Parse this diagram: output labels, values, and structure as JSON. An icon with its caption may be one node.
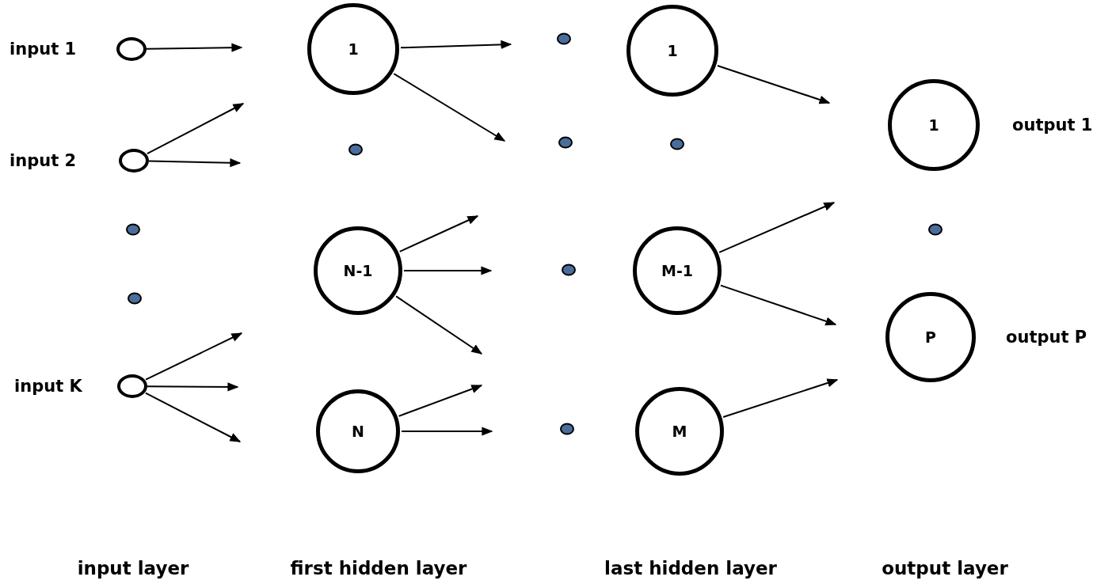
{
  "diagram": {
    "nodes": [
      {
        "text": [],
        "shape": "circle",
        "beside": [
          "input 1"
        ]
      },
      {
        "text": [],
        "shape": "circle",
        "beside": [
          "input 2"
        ]
      },
      {
        "text": [],
        "shape": "circle",
        "beside": [
          "input K"
        ]
      },
      {
        "text": [
          "1"
        ]
      },
      {
        "text": [
          "N-1"
        ]
      },
      {
        "text": [
          "N"
        ]
      },
      {
        "text": [
          "1"
        ]
      },
      {
        "text": [
          "M-1"
        ]
      },
      {
        "text": [
          "M"
        ]
      },
      {
        "text": [
          "1"
        ],
        "beside": [
          "output 1"
        ]
      },
      {
        "text": [
          "P"
        ],
        "beside": [
          "output P"
        ]
      }
    ],
    "edges": [
      {
        "from": 0,
        "to": null,
        "arrow": "to"
      },
      {
        "from": 1,
        "to": null,
        "arrow": "to"
      },
      {
        "from": 1,
        "to": null,
        "arrow": "to"
      },
      {
        "from": 2,
        "to": null,
        "arrow": "to"
      },
      {
        "from": 2,
        "to": null,
        "arrow": "to"
      },
      {
        "from": 2,
        "to": null,
        "arrow": "to"
      },
      {
        "from": 3,
        "to": null,
        "arrow": "to"
      },
      {
        "from": 3,
        "to": null,
        "arrow": "to"
      },
      {
        "from": 4,
        "to": null,
        "arrow": "to"
      },
      {
        "from": 4,
        "to": null,
        "arrow": "to"
      },
      {
        "from": 4,
        "to": null,
        "arrow": "to"
      },
      {
        "from": 5,
        "to": null,
        "arrow": "to"
      },
      {
        "from": 5,
        "to": null,
        "arrow": "to"
      },
      {
        "from": 6,
        "to": null,
        "arrow": "to"
      },
      {
        "from": 7,
        "to": null,
        "arrow": "to"
      },
      {
        "from": 7,
        "to": null,
        "arrow": "to"
      },
      {
        "from": 8,
        "to": null,
        "arrow": "to"
      }
    ],
    "labels": [
      "input layer",
      "first hidden layer",
      "last hidden layer",
      "output layer"
    ]
  }
}
